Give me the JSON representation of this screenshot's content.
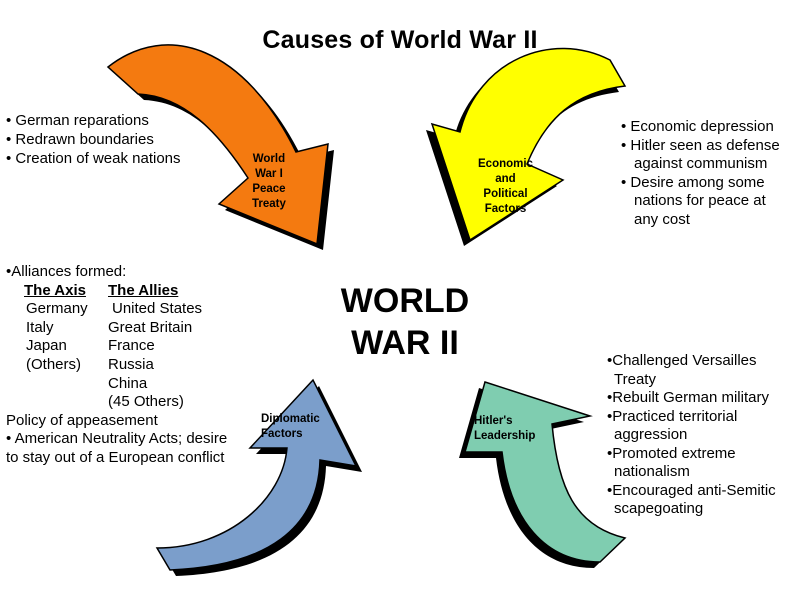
{
  "title": "Causes of World War II",
  "center": {
    "line1": "WORLD",
    "line2": "WAR II"
  },
  "colors": {
    "orange": "#f47a10",
    "yellow": "#ffff00",
    "blue": "#7b9ecb",
    "green": "#7fcdb0",
    "shadow": "#000000"
  },
  "arrows": {
    "top_left": {
      "label": [
        "World",
        "War I",
        "Peace",
        "Treaty"
      ],
      "color": "orange"
    },
    "top_right": {
      "label": [
        "Economic",
        "and",
        "Political",
        "Factors"
      ],
      "color": "yellow"
    },
    "bottom_left": {
      "label": [
        "Diplomatic",
        "Factors"
      ],
      "color": "blue"
    },
    "bottom_right": {
      "label": [
        "Hitler's",
        "Leadership"
      ],
      "color": "green"
    }
  },
  "treaty_bullets": [
    "• German reparations",
    "• Redrawn boundaries",
    "• Creation of weak nations"
  ],
  "economic_bullets": [
    "• Economic depression",
    "• Hitler seen as defense",
    "against communism",
    "• Desire among some",
    "nations for peace at",
    "any cost"
  ],
  "diplomatic": {
    "intro": "•Alliances formed:",
    "axis_header": "The Axis",
    "allies_header": "The Allies",
    "axis": [
      "Germany",
      "Italy",
      "Japan",
      "(Others)"
    ],
    "allies": [
      "United States",
      "Great Britain",
      "France",
      "Russia",
      "China",
      "(45 Others)"
    ],
    "appeasement": "Policy of appeasement",
    "neutrality_1": "• American Neutrality Acts; desire",
    "neutrality_2": "to stay out of a European conflict"
  },
  "hitler_bullets": [
    "•Challenged Versailles",
    "Treaty",
    "•Rebuilt German military",
    "•Practiced territorial",
    "aggression",
    "•Promoted extreme",
    "nationalism",
    "•Encouraged anti-Semitic",
    "scapegoating"
  ]
}
